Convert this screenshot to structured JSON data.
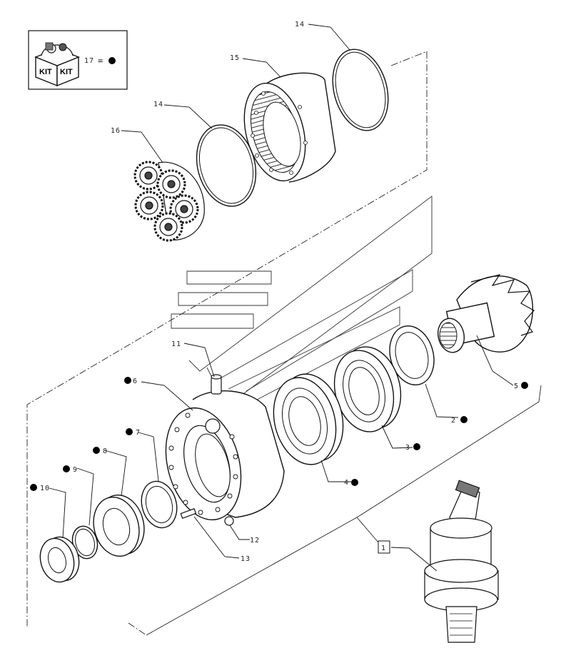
{
  "kit_legend": {
    "box_left_label": "KIT",
    "box_right_label": "KIT",
    "ref_label": "17"
  },
  "callouts": [
    {
      "id": "1",
      "number": "1",
      "kit": false
    },
    {
      "id": "2",
      "number": "2",
      "kit": true
    },
    {
      "id": "3",
      "number": "3",
      "kit": true
    },
    {
      "id": "4",
      "number": "4",
      "kit": true
    },
    {
      "id": "5",
      "number": "5",
      "kit": true
    },
    {
      "id": "6",
      "number": "6",
      "kit": true
    },
    {
      "id": "7",
      "number": "7",
      "kit": true
    },
    {
      "id": "8",
      "number": "8",
      "kit": true
    },
    {
      "id": "9",
      "number": "9",
      "kit": true
    },
    {
      "id": "10",
      "number": "10",
      "kit": true
    },
    {
      "id": "11",
      "number": "11",
      "kit": false
    },
    {
      "id": "12",
      "number": "12",
      "kit": false
    },
    {
      "id": "13",
      "number": "13",
      "kit": false
    },
    {
      "id": "14a",
      "number": "14",
      "kit": false
    },
    {
      "id": "14b",
      "number": "14",
      "kit": false
    },
    {
      "id": "15",
      "number": "15",
      "kit": false
    },
    {
      "id": "16",
      "number": "16",
      "kit": false
    }
  ],
  "colors": {
    "line": "#111111",
    "background": "#ffffff"
  }
}
